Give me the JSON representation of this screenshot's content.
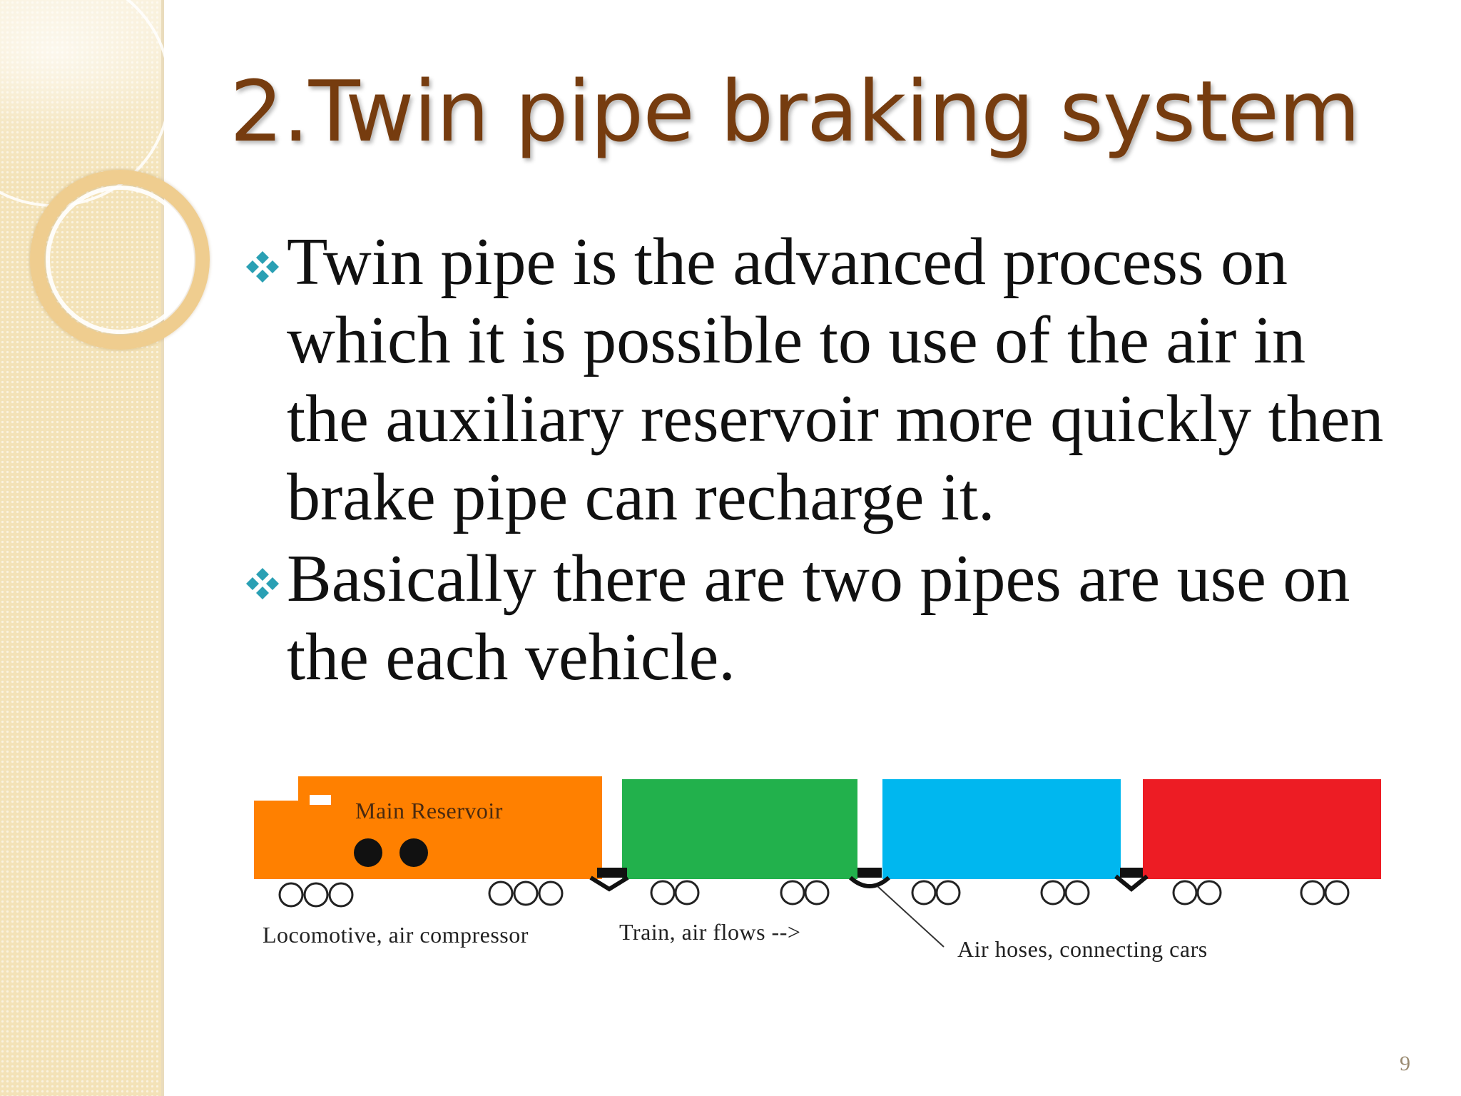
{
  "slide": {
    "title": "2.Twin pipe braking system",
    "bullets": [
      {
        "text": "Twin pipe is the advanced process on which it is possible to use of the air in the auxiliary reservoir more quickly then brake pipe can recharge it."
      },
      {
        "text": "Basically there are two pipes are use on the each vehicle."
      }
    ],
    "page_number": "9"
  },
  "diagram": {
    "main_reservoir_label": "Main Reservoir",
    "locomotive_label": "Locomotive, air compressor",
    "train_label": "Train, air flows -->",
    "air_hoses_label": "Air hoses, connecting cars",
    "colors": {
      "locomotive": "#ff8000",
      "car_1": "#22b14c",
      "car_2": "#00b7ef",
      "car_3": "#ed1c24",
      "hose": "#111111"
    }
  },
  "theme": {
    "title_color": "#763c0f",
    "bullet_color": "#2aa0b4",
    "band_color": "#f3e2b7"
  }
}
